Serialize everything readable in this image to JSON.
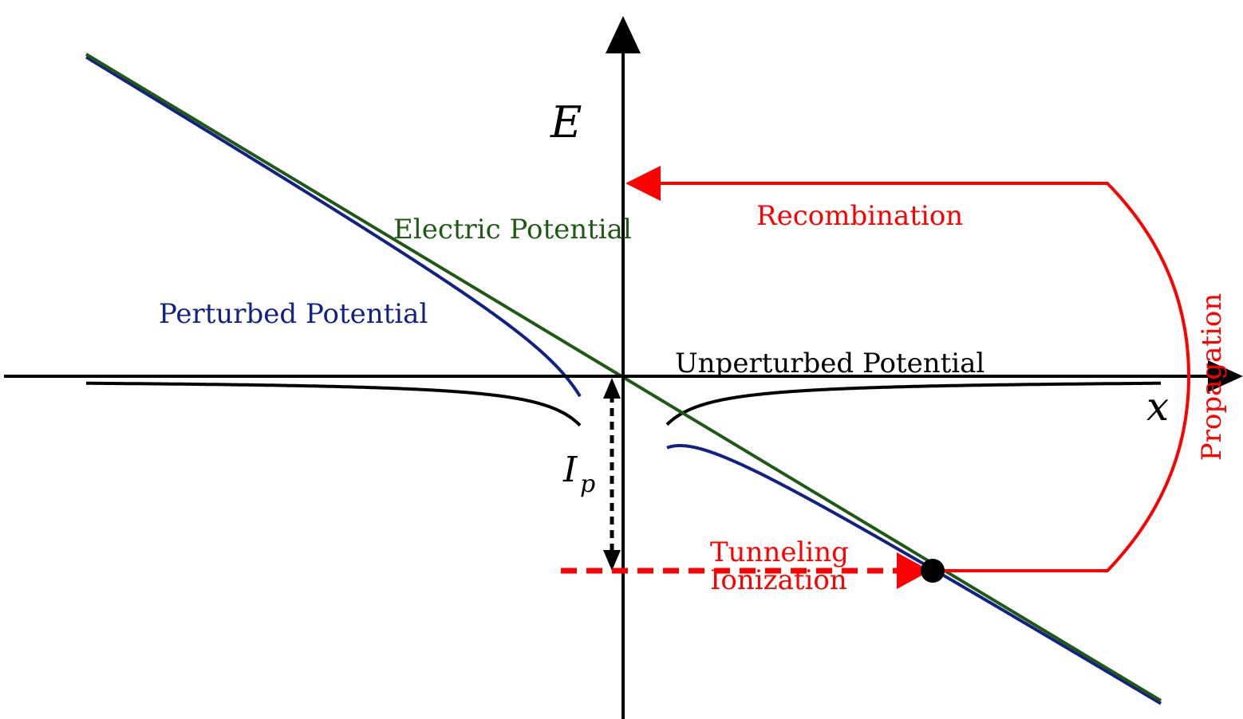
{
  "labels": {
    "energy_axis": "E",
    "position_axis": "x",
    "ip": "I",
    "ip_sub": "p",
    "electric_potential": "Electric Potential",
    "perturbed_potential": "Perturbed Potential",
    "unperturbed_potential": "Unperturbed Potential",
    "recombination": "Recombination",
    "propagation": "Propagation",
    "tunneling_line1": "Tunneling",
    "tunneling_line2": "Ionization"
  },
  "colors": {
    "axis": "#000000",
    "unperturbed": "#000000",
    "perturbed": "#122284",
    "electric": "#1f5a14",
    "process": "#ff0000"
  }
}
